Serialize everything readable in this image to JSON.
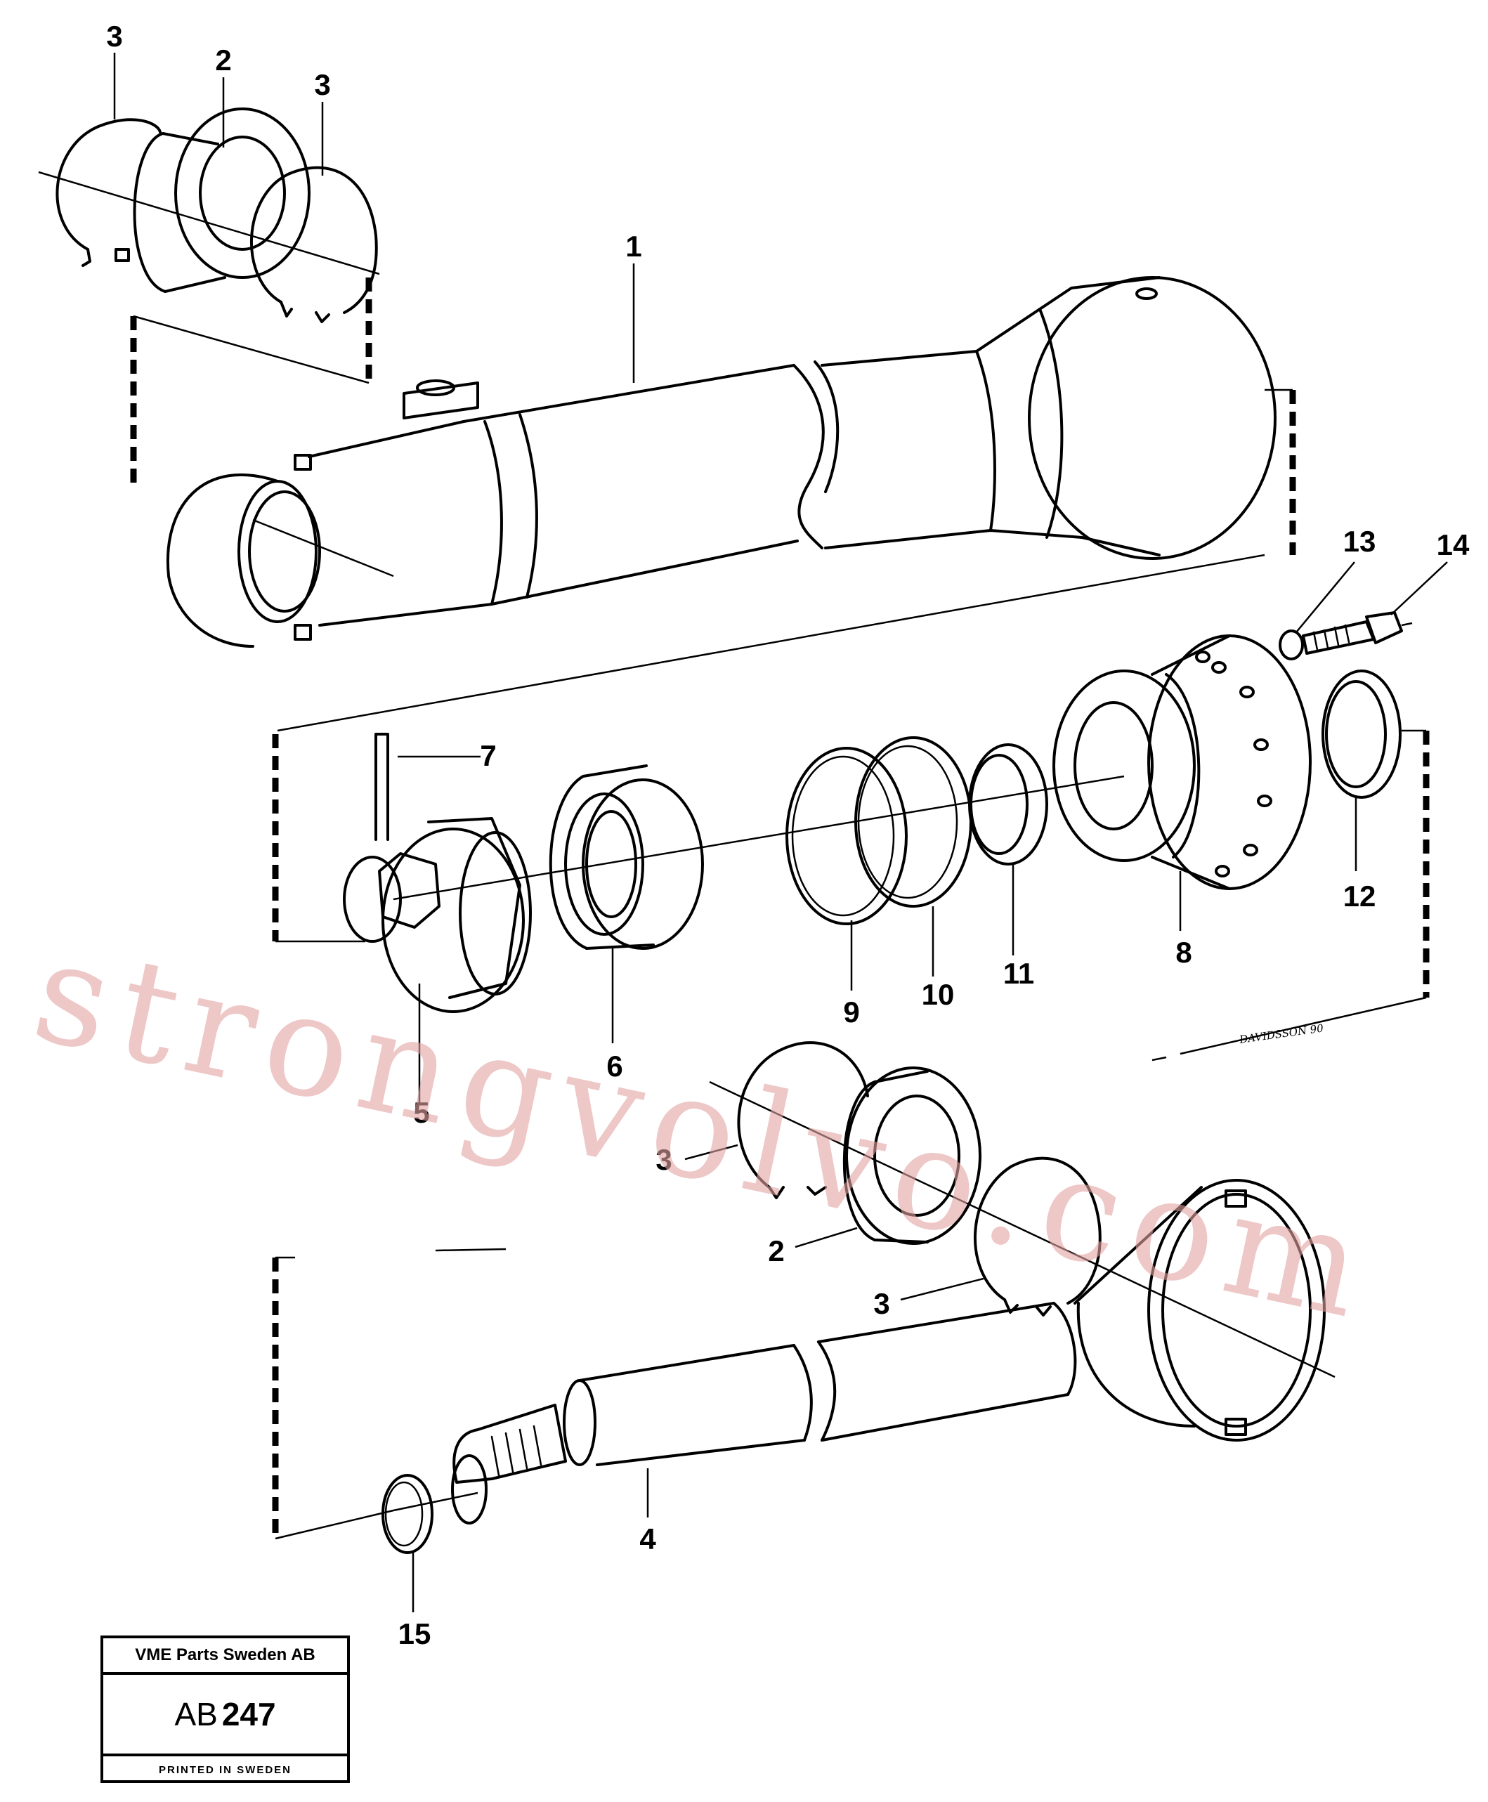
{
  "drawing": {
    "callouts": {
      "c1": "1",
      "c2_top": "2",
      "c3_top_left": "3",
      "c3_top_right": "3",
      "c4": "4",
      "c5": "5",
      "c6": "6",
      "c7": "7",
      "c8": "8",
      "c9": "9",
      "c10": "10",
      "c11": "11",
      "c12": "12",
      "c13": "13",
      "c14": "14",
      "c15": "15",
      "c2_mid": "2",
      "c3_mid_upper": "3",
      "c3_mid_lower": "3"
    },
    "signature": "DAVIDSSON 90",
    "watermark": "strongvolvo.com"
  },
  "stamp": {
    "company": "VME Parts Sweden AB",
    "prefix": "AB",
    "number": "247",
    "footer": "PRINTED IN SWEDEN"
  }
}
